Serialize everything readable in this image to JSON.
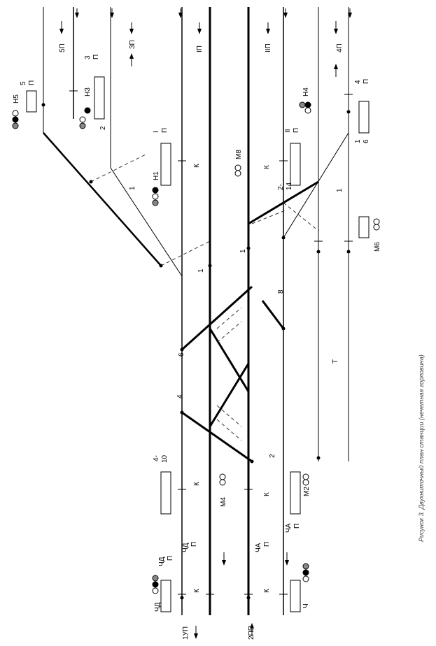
{
  "caption": "Рисунок 3. Двухниточный план станции (нечетная горловина)",
  "track_labels": {
    "track_1up": "1УП",
    "track_2pp": "2ПП",
    "track_5p": "5П",
    "track_3p": "3П",
    "track_1p": "IП",
    "track_2p": "IIП",
    "track_4p": "4П",
    "track_t": "Т"
  },
  "signals": {
    "chd": "ЧД",
    "ch": "Ч",
    "m4": "М4",
    "m2": "М2",
    "m8": "М8",
    "m6": "М6",
    "n1": "Н1",
    "n3": "Н3",
    "n5": "Н5",
    "n4": "Н4"
  },
  "circuit_labels": {
    "chd_p_top": "ЧД",
    "chd_p_bottom": "П",
    "chd_p2_top": "ЧД",
    "chd_p2_bottom": "П",
    "cha_p_top": "ЧА",
    "cha_p_bottom": "П",
    "cha_p2_top": "ЧА",
    "cha_p2_bottom": "П",
    "sec_4_10_top": "4-",
    "sec_4_10_bottom": "10",
    "sec_1_p_top": "I",
    "sec_1_p_bottom": "П",
    "sec_2_p_top": "II",
    "sec_2_p_bottom": "П",
    "sec_3_p_top": "3",
    "sec_3_p_bottom": "П",
    "sec_5_p_top": "5",
    "sec_5_p_bottom": "П",
    "sec_4_p_top": "4",
    "sec_4_p_bottom": "П",
    "sec_1_6_top": "1",
    "sec_1_6_bottom": "6",
    "sec_2_14_top": "2-",
    "sec_2_14_bottom": "14",
    "sec_2_num": "2"
  },
  "block_labels": {
    "k1": "К",
    "k2": "К",
    "k3": "К",
    "k4": "К",
    "k5": "К",
    "k6": "К"
  },
  "switch_numbers": {
    "sw_2": "2",
    "sw_4": "4",
    "sw_6": "6",
    "sw_8": "8",
    "sw_1a": "1",
    "sw_1b": "1",
    "sw_1c": "1",
    "sw_1d": "1"
  },
  "colors": {
    "line": "#000000",
    "dashed": "#333333",
    "caption": "#444444"
  },
  "icons": [
    "arrow-icon",
    "signal-lamp-icon",
    "relay-box-icon",
    "insulating-joint-icon"
  ]
}
